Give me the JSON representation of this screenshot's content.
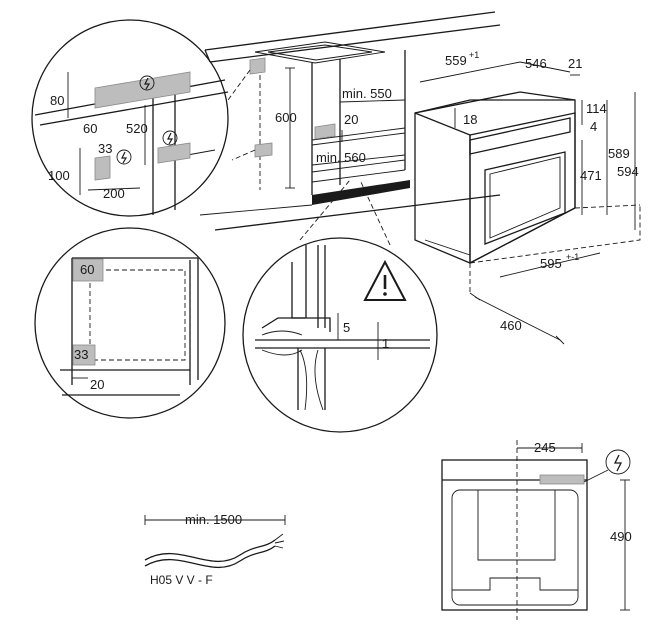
{
  "dims": {
    "d80": "80",
    "d60_top": "60",
    "d520": "520",
    "d33_top": "33",
    "d100": "100",
    "d200": "200",
    "d600": "600",
    "d_min550": "min. 550",
    "d20_mid": "20",
    "d_min560": "min. 560",
    "d559": "559",
    "d559_tol": "+1",
    "d546": "546",
    "d21": "21",
    "d18": "18",
    "d114": "114",
    "d4": "4",
    "d471": "471",
    "d589": "589",
    "d594": "594",
    "d595": "595",
    "d595_tol": "+-1",
    "d460": "460",
    "d60_detail": "60",
    "d33_detail": "33",
    "d20_detail": "20",
    "d5": "5",
    "d1": "1",
    "d_min1500": "min. 1500",
    "cable_type": "H05 V V - F",
    "d245": "245",
    "d490": "490"
  },
  "icons": [
    "electric-symbol-icon",
    "warning-triangle-icon"
  ],
  "colors": {
    "line": "#1a1a1a",
    "socket_zone": "#bdbdbd",
    "oven_strip": "#1a1a1a"
  }
}
